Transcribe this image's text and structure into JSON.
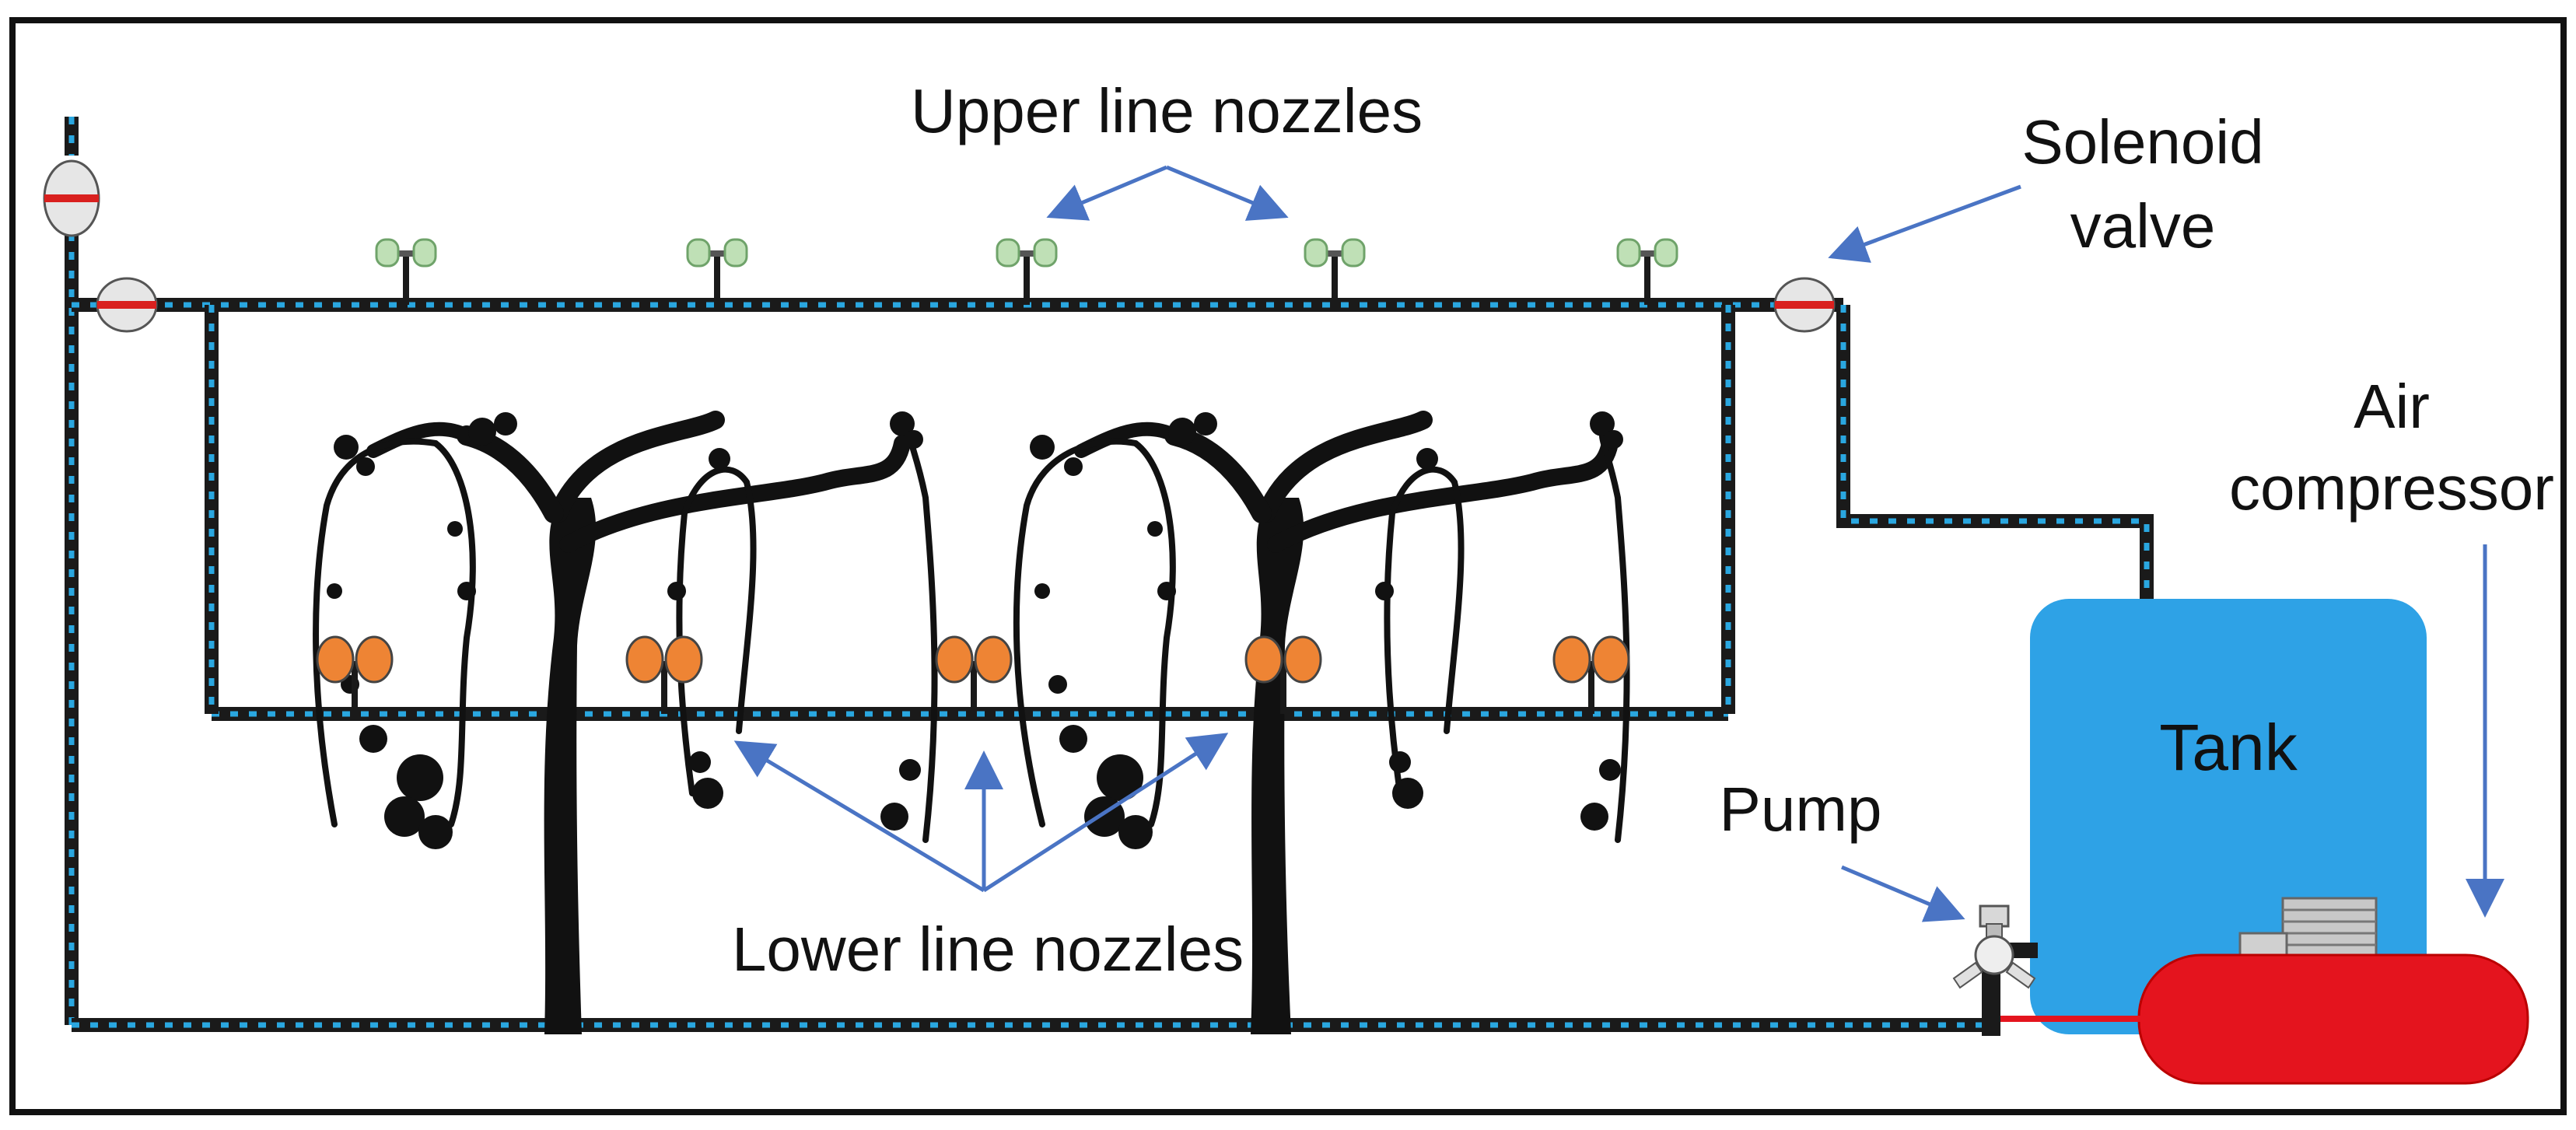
{
  "labels": {
    "upper_line_nozzles": "Upper line nozzles",
    "solenoid_line1": "Solenoid",
    "solenoid_line2": "valve",
    "air_line1": "Air",
    "air_line2": "compressor",
    "tank": "Tank",
    "pump": "Pump",
    "lower_line_nozzles": "Lower line nozzles"
  },
  "colors": {
    "pipe": "#1a1a1a",
    "flow_arrows": "#2aa7e0",
    "tank": "#2ea2e6",
    "compressor": "#e4141e",
    "lower_nozzle": "#ee8434",
    "upper_nozzle": "#bfe0b6",
    "annotation_arrows": "#4a74c4",
    "valve_band": "#d9201e"
  }
}
